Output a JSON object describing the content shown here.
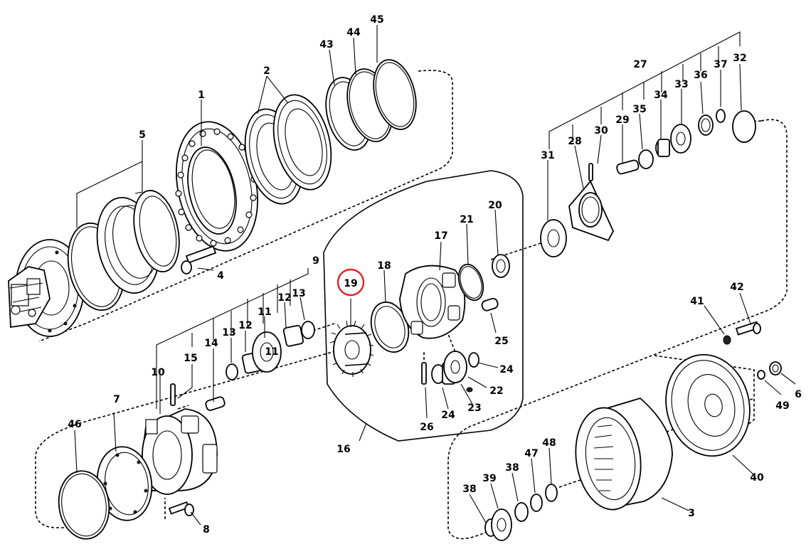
{
  "highlight": {
    "label": "19",
    "color": "#e32222"
  },
  "labels": {
    "l1": "1",
    "l2": "2",
    "l3": "3",
    "l4": "4",
    "l5": "5",
    "l6": "6",
    "l7": "7",
    "l8": "8",
    "l9": "9",
    "l10": "10",
    "l11a": "11",
    "l11b": "11",
    "l12a": "12",
    "l12b": "12",
    "l13a": "13",
    "l13b": "13",
    "l14": "14",
    "l15": "15",
    "l16": "16",
    "l17": "17",
    "l18": "18",
    "l19": "19",
    "l20": "20",
    "l21": "21",
    "l22": "22",
    "l23": "23",
    "l24a": "24",
    "l24b": "24",
    "l25": "25",
    "l26": "26",
    "l27": "27",
    "l28": "28",
    "l29": "29",
    "l30": "30",
    "l31": "31",
    "l32": "32",
    "l33": "33",
    "l34": "34",
    "l35": "35",
    "l36": "36",
    "l37": "37",
    "l38a": "38",
    "l38b": "38",
    "l39": "39",
    "l40": "40",
    "l41": "41",
    "l42": "42",
    "l43": "43",
    "l44": "44",
    "l45": "45",
    "l46": "46",
    "l47": "47",
    "l48": "48",
    "l49": "49"
  }
}
